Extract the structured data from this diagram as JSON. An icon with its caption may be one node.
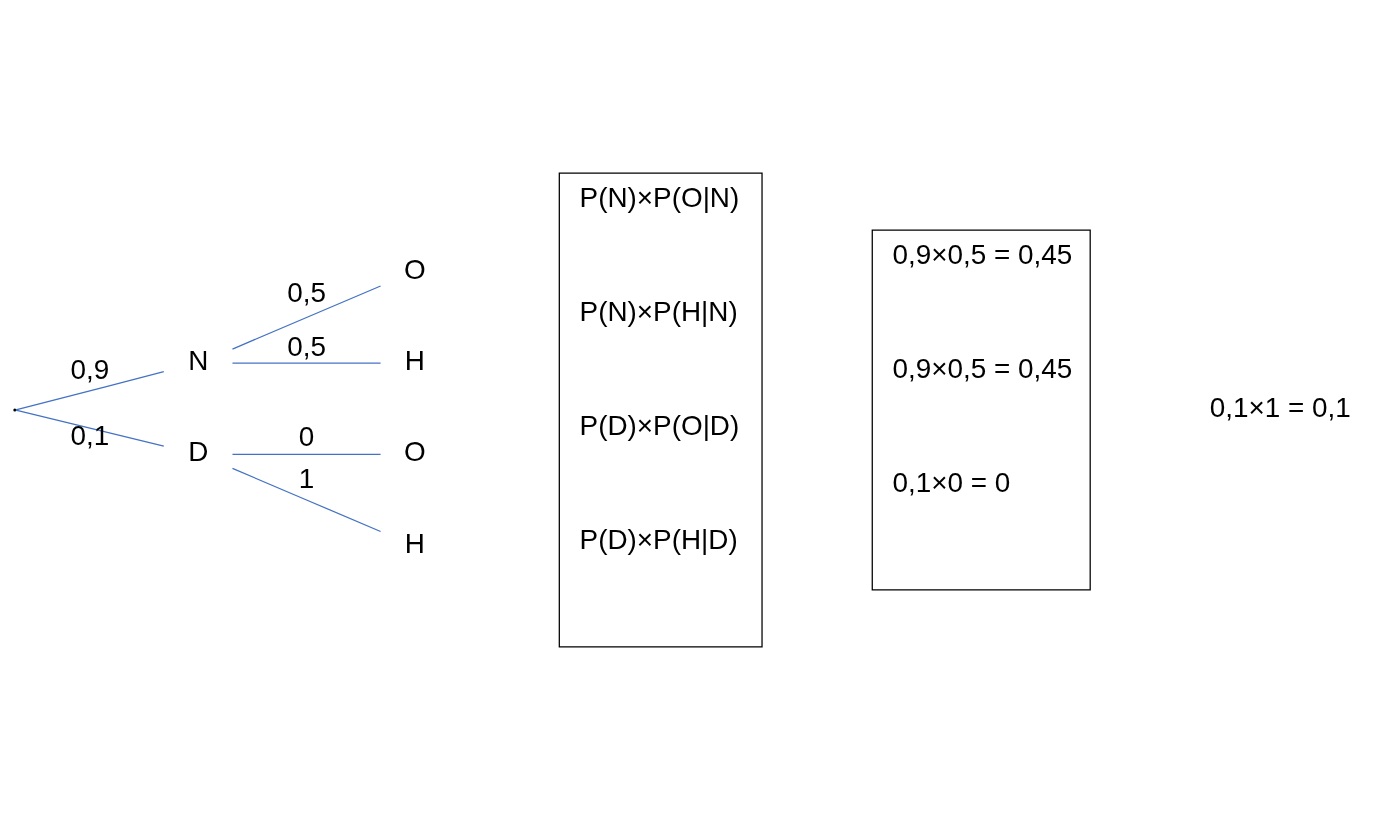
{
  "diagram": {
    "nodes": [
      {
        "text": [],
        "shape": "point"
      },
      {
        "text": [
          "N"
        ]
      },
      {
        "text": [
          "D"
        ]
      },
      {
        "text": [
          "O"
        ]
      },
      {
        "text": [
          "H"
        ]
      },
      {
        "text": [
          "O"
        ]
      },
      {
        "text": [
          "H"
        ]
      },
      {
        "text": [
          "P(N)×P(O|N)",
          "P(N)×P(H|N)",
          "P(D)×P(O|D)",
          "P(D)×P(H|D)"
        ]
      },
      {
        "text": [
          "0,9×0,5 = 0,45",
          "0,9×0,5 = 0,45",
          "0,1×0 = 0"
        ]
      }
    ],
    "edges": [
      {
        "from": 0,
        "to": 1,
        "arrow": "none",
        "label": "0,9"
      },
      {
        "from": 0,
        "to": 2,
        "arrow": "none",
        "label": "0,1"
      },
      {
        "from": 1,
        "to": 3,
        "arrow": "none",
        "label": "0,5"
      },
      {
        "from": 1,
        "to": 4,
        "arrow": "none",
        "label": "0,5"
      },
      {
        "from": 2,
        "to": 5,
        "arrow": "none",
        "label": "0"
      },
      {
        "from": 2,
        "to": 6,
        "arrow": "none",
        "label": "1"
      }
    ],
    "labels": [
      "0,1×1 = 0,1"
    ]
  }
}
